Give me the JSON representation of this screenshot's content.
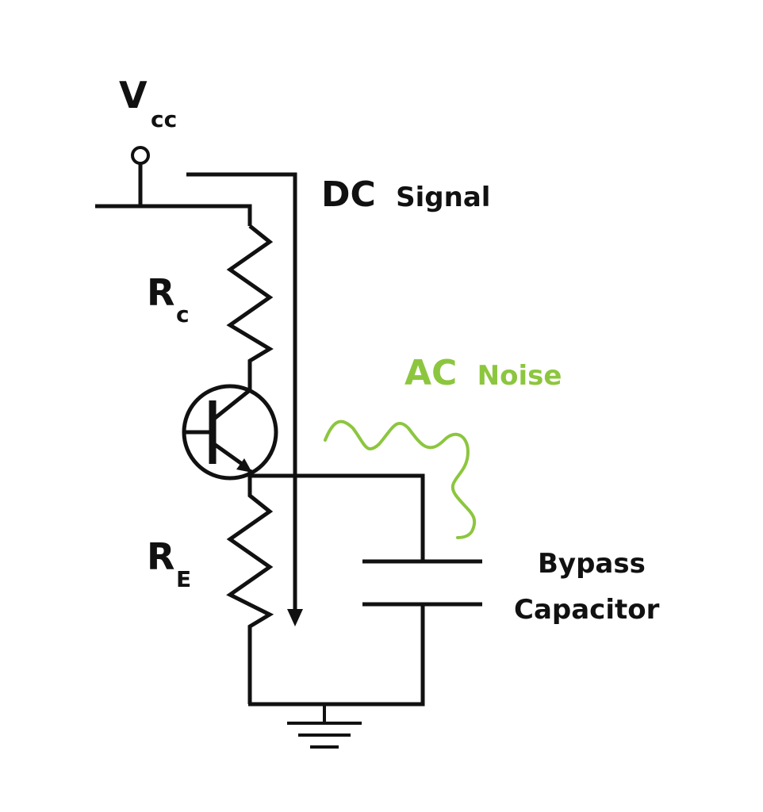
{
  "labels": {
    "vcc_main": "V",
    "vcc_sub": "cc",
    "rc_main": "R",
    "rc_sub": "c",
    "re_main": "R",
    "re_sub": "E",
    "dc_main": "DC",
    "dc_rest": "Signal",
    "ac_main": "AC",
    "ac_rest": "Noise",
    "bypass_line1": "Bypass",
    "bypass_line2": "Capacitor"
  },
  "colors": {
    "wire": "#111111",
    "ac_noise": "#8cc63f",
    "background": "#ffffff"
  }
}
